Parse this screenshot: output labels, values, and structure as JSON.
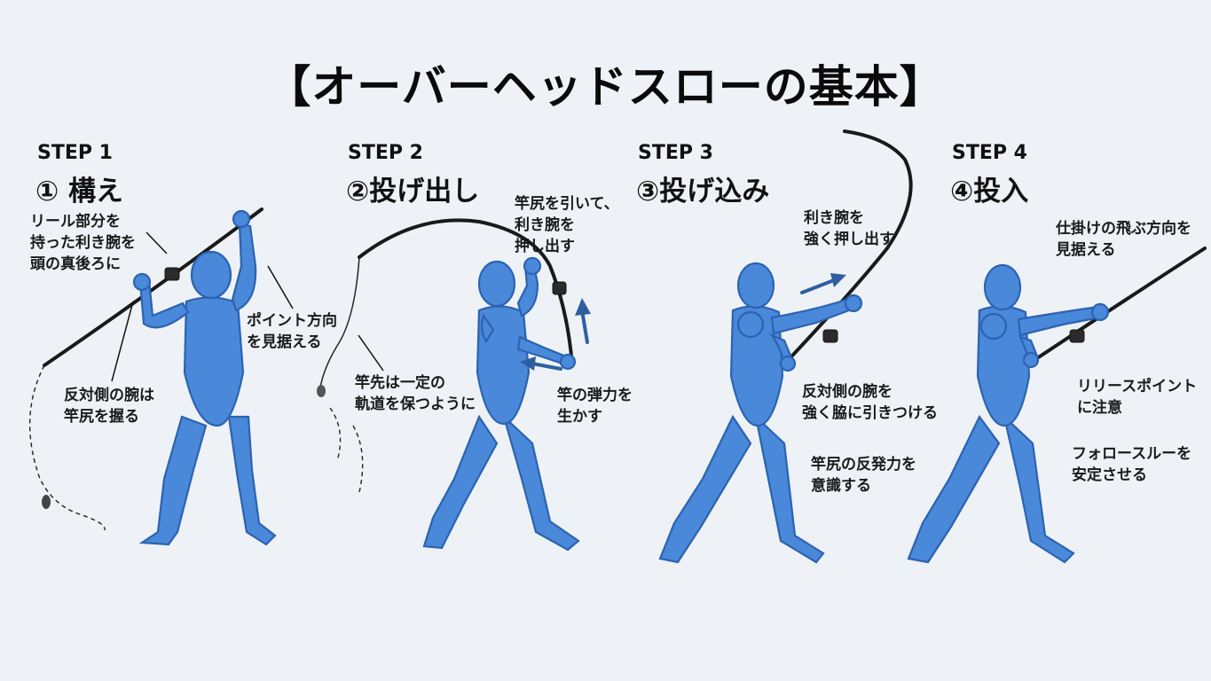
{
  "title": "【オーバーヘッドスローの基本】",
  "steps": [
    {
      "label": "STEP 1",
      "name": "① 構え",
      "notes": [
        "リール部分を\n持った利き腕を\n頭の真後ろに",
        "ポイント方向\nを見据える",
        "反対側の腕は\n竿尻を握る"
      ]
    },
    {
      "label": "STEP 2",
      "name": "②投げ出し",
      "notes": [
        "竿尻を引いて、\n利き腕を\n押し出す",
        "竿先は一定の\n軌道を保つように",
        "竿の弾力を\n生かす"
      ]
    },
    {
      "label": "STEP 3",
      "name": "③投げ込み",
      "notes": [
        "利き腕を\n強く押し出す",
        "反対側の腕を\n強く脇に引きつける",
        "竿尻の反発力を\n意識する"
      ]
    },
    {
      "label": "STEP 4",
      "name": "④投入",
      "notes": [
        "仕掛けの飛ぶ方向を\n見据える",
        "リリースポイント\nに注意",
        "フォロースルーを\n安定させる"
      ]
    }
  ],
  "colors": {
    "figure": "#4a88d9",
    "figure_outline": "#2c63b1",
    "arrow": "#2f5fa0",
    "background": "#eef2f6"
  }
}
